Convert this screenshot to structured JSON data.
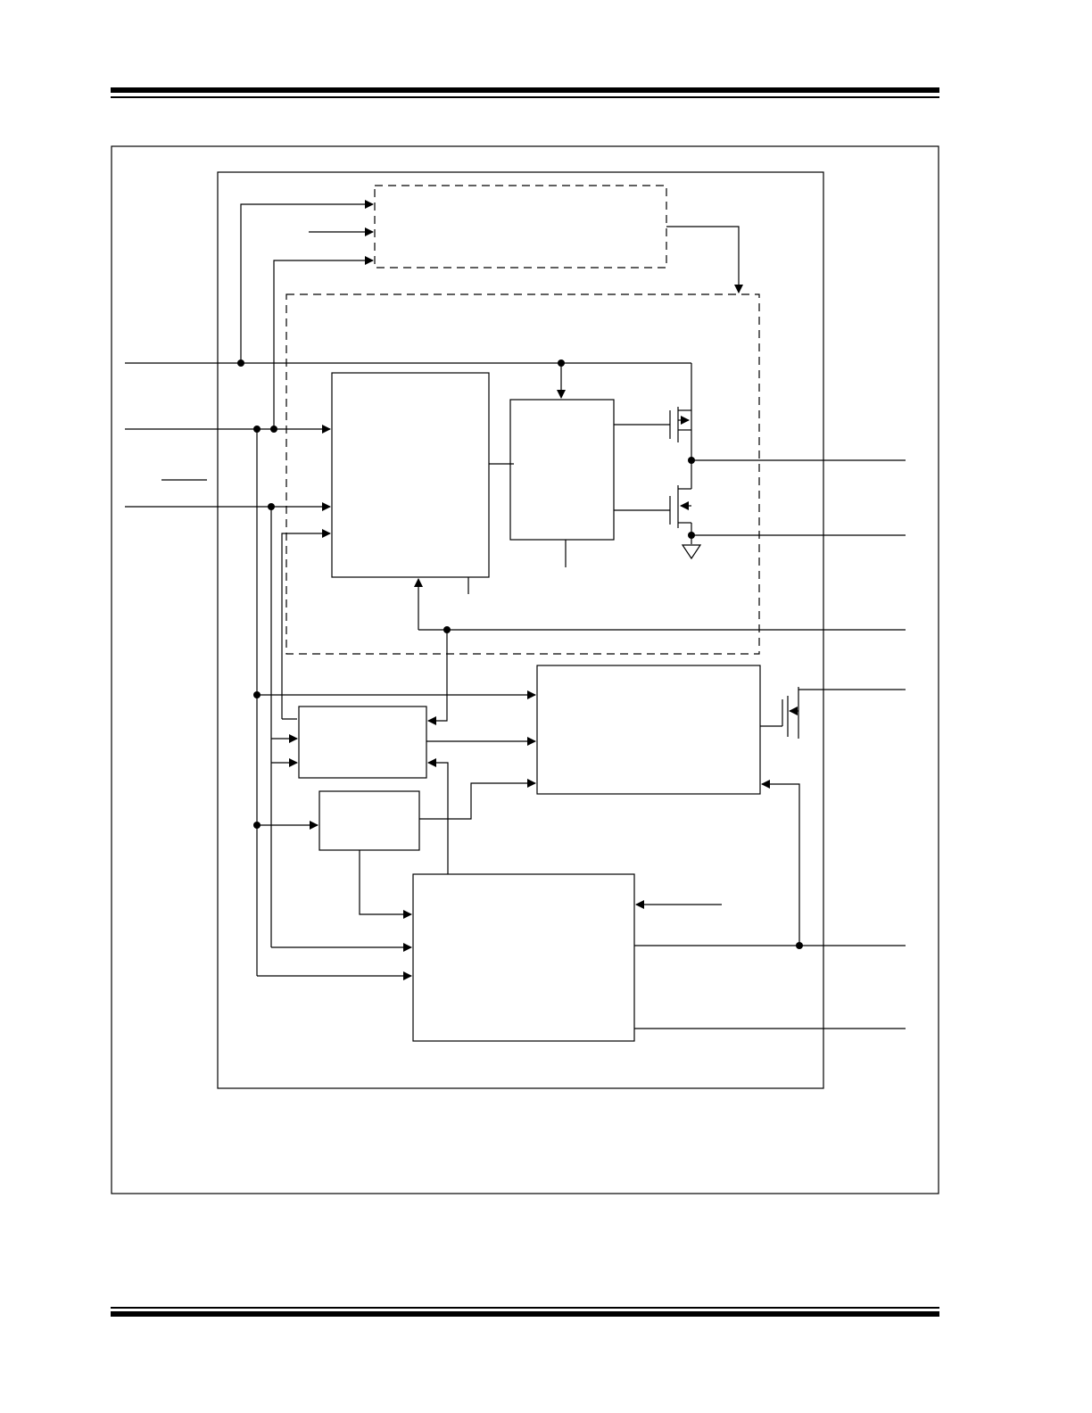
{
  "page": {
    "header_rule": "double-rule",
    "footer_rule": "double-rule"
  },
  "colors": {
    "ink": "#000000",
    "paper": "#ffffff"
  },
  "diagram": {
    "figure_frame": {},
    "device_outline": {},
    "upper_dashed_block": {},
    "driver_dashed_block": {},
    "boxes": [
      "logic-block",
      "gate-driver-block",
      "mid-left-block",
      "small-left-block",
      "right-block",
      "bottom-block"
    ],
    "external_pins": 8,
    "text_labels": []
  }
}
